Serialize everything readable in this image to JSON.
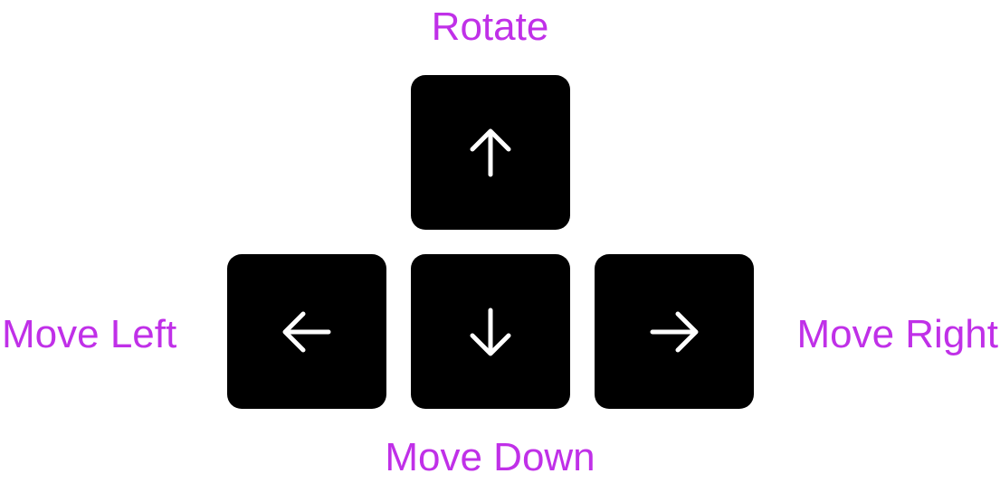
{
  "colors": {
    "label": "#c030e8",
    "key_background": "#000000",
    "arrow": "#ffffff"
  },
  "labels": {
    "rotate": "Rotate",
    "move_left": "Move Left",
    "move_right": "Move Right",
    "move_down": "Move Down"
  },
  "keys": {
    "up": {
      "icon": "arrow-up-icon"
    },
    "left": {
      "icon": "arrow-left-icon"
    },
    "down": {
      "icon": "arrow-down-icon"
    },
    "right": {
      "icon": "arrow-right-icon"
    }
  }
}
